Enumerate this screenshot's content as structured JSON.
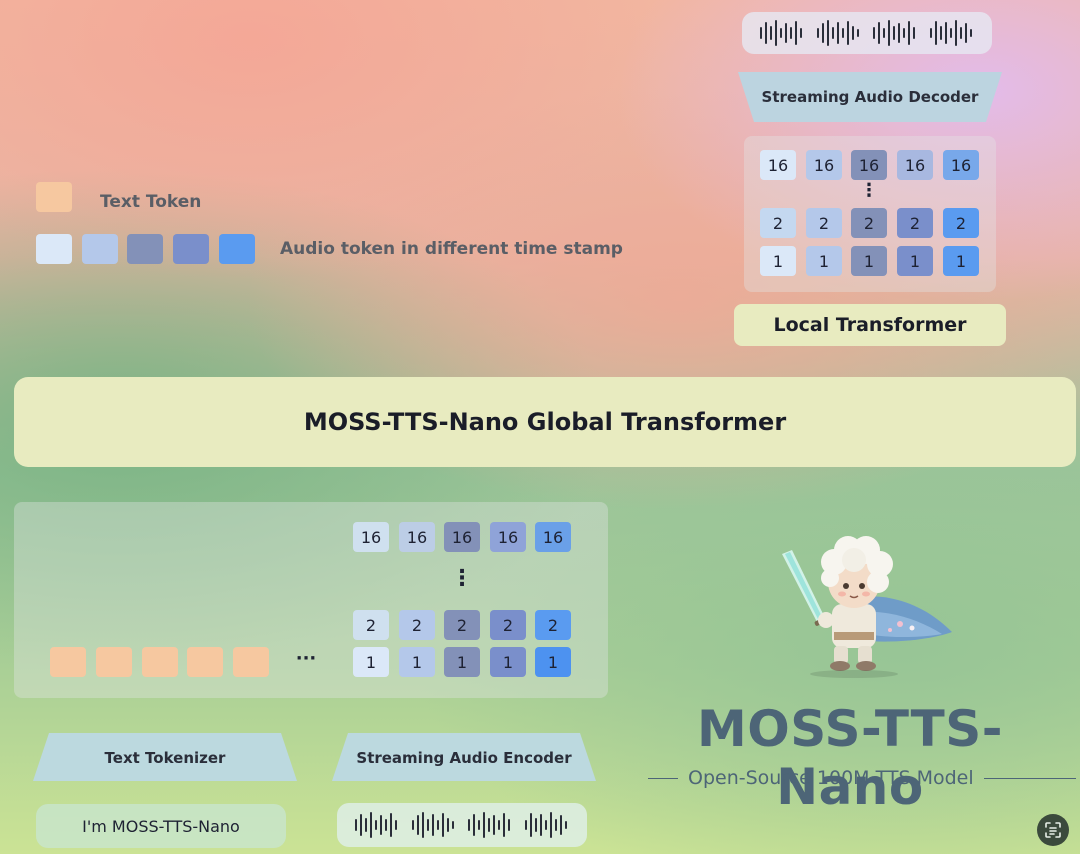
{
  "legend": {
    "text_token_label": "Text Token",
    "audio_token_label": "Audio token in different time stamp"
  },
  "decoder": {
    "label": "Streaming Audio Decoder",
    "rows": [
      {
        "values": [
          "16",
          "16",
          "16",
          "16",
          "16"
        ]
      },
      {
        "values": [
          "2",
          "2",
          "2",
          "2",
          "2"
        ]
      },
      {
        "values": [
          "1",
          "1",
          "1",
          "1",
          "1"
        ]
      }
    ],
    "ellipsis": "⋮",
    "local_transformer_label": "Local Transformer"
  },
  "global_transformer": {
    "label": "MOSS-TTS-Nano Global Transformer"
  },
  "input": {
    "rows": [
      {
        "values": [
          "16",
          "16",
          "16",
          "16",
          "16"
        ]
      },
      {
        "values": [
          "2",
          "2",
          "2",
          "2",
          "2"
        ]
      },
      {
        "values": [
          "1",
          "1",
          "1",
          "1",
          "1"
        ]
      }
    ],
    "vertical_ellipsis": "⋮",
    "horizontal_ellipsis": "···",
    "text_tokenizer_label": "Text Tokenizer",
    "audio_encoder_label": "Streaming Audio Encoder",
    "input_text": "I'm MOSS-TTS-Nano"
  },
  "branding": {
    "title": "MOSS-TTS-Nano",
    "subtitle": "Open-Source 100M TTS Model"
  },
  "colors": {
    "audio_palette": [
      "#dbe8f8",
      "#b4c8ea",
      "#8391b8",
      "#7a8fcb",
      "#5a9bf0"
    ],
    "text_token": "#f6c8a0",
    "transformer_box": "#e8ebc0",
    "title_color": "#4d6577"
  },
  "icons": {
    "corner_button": "scan-text-icon",
    "mascot": "knight-mascot-icon"
  }
}
